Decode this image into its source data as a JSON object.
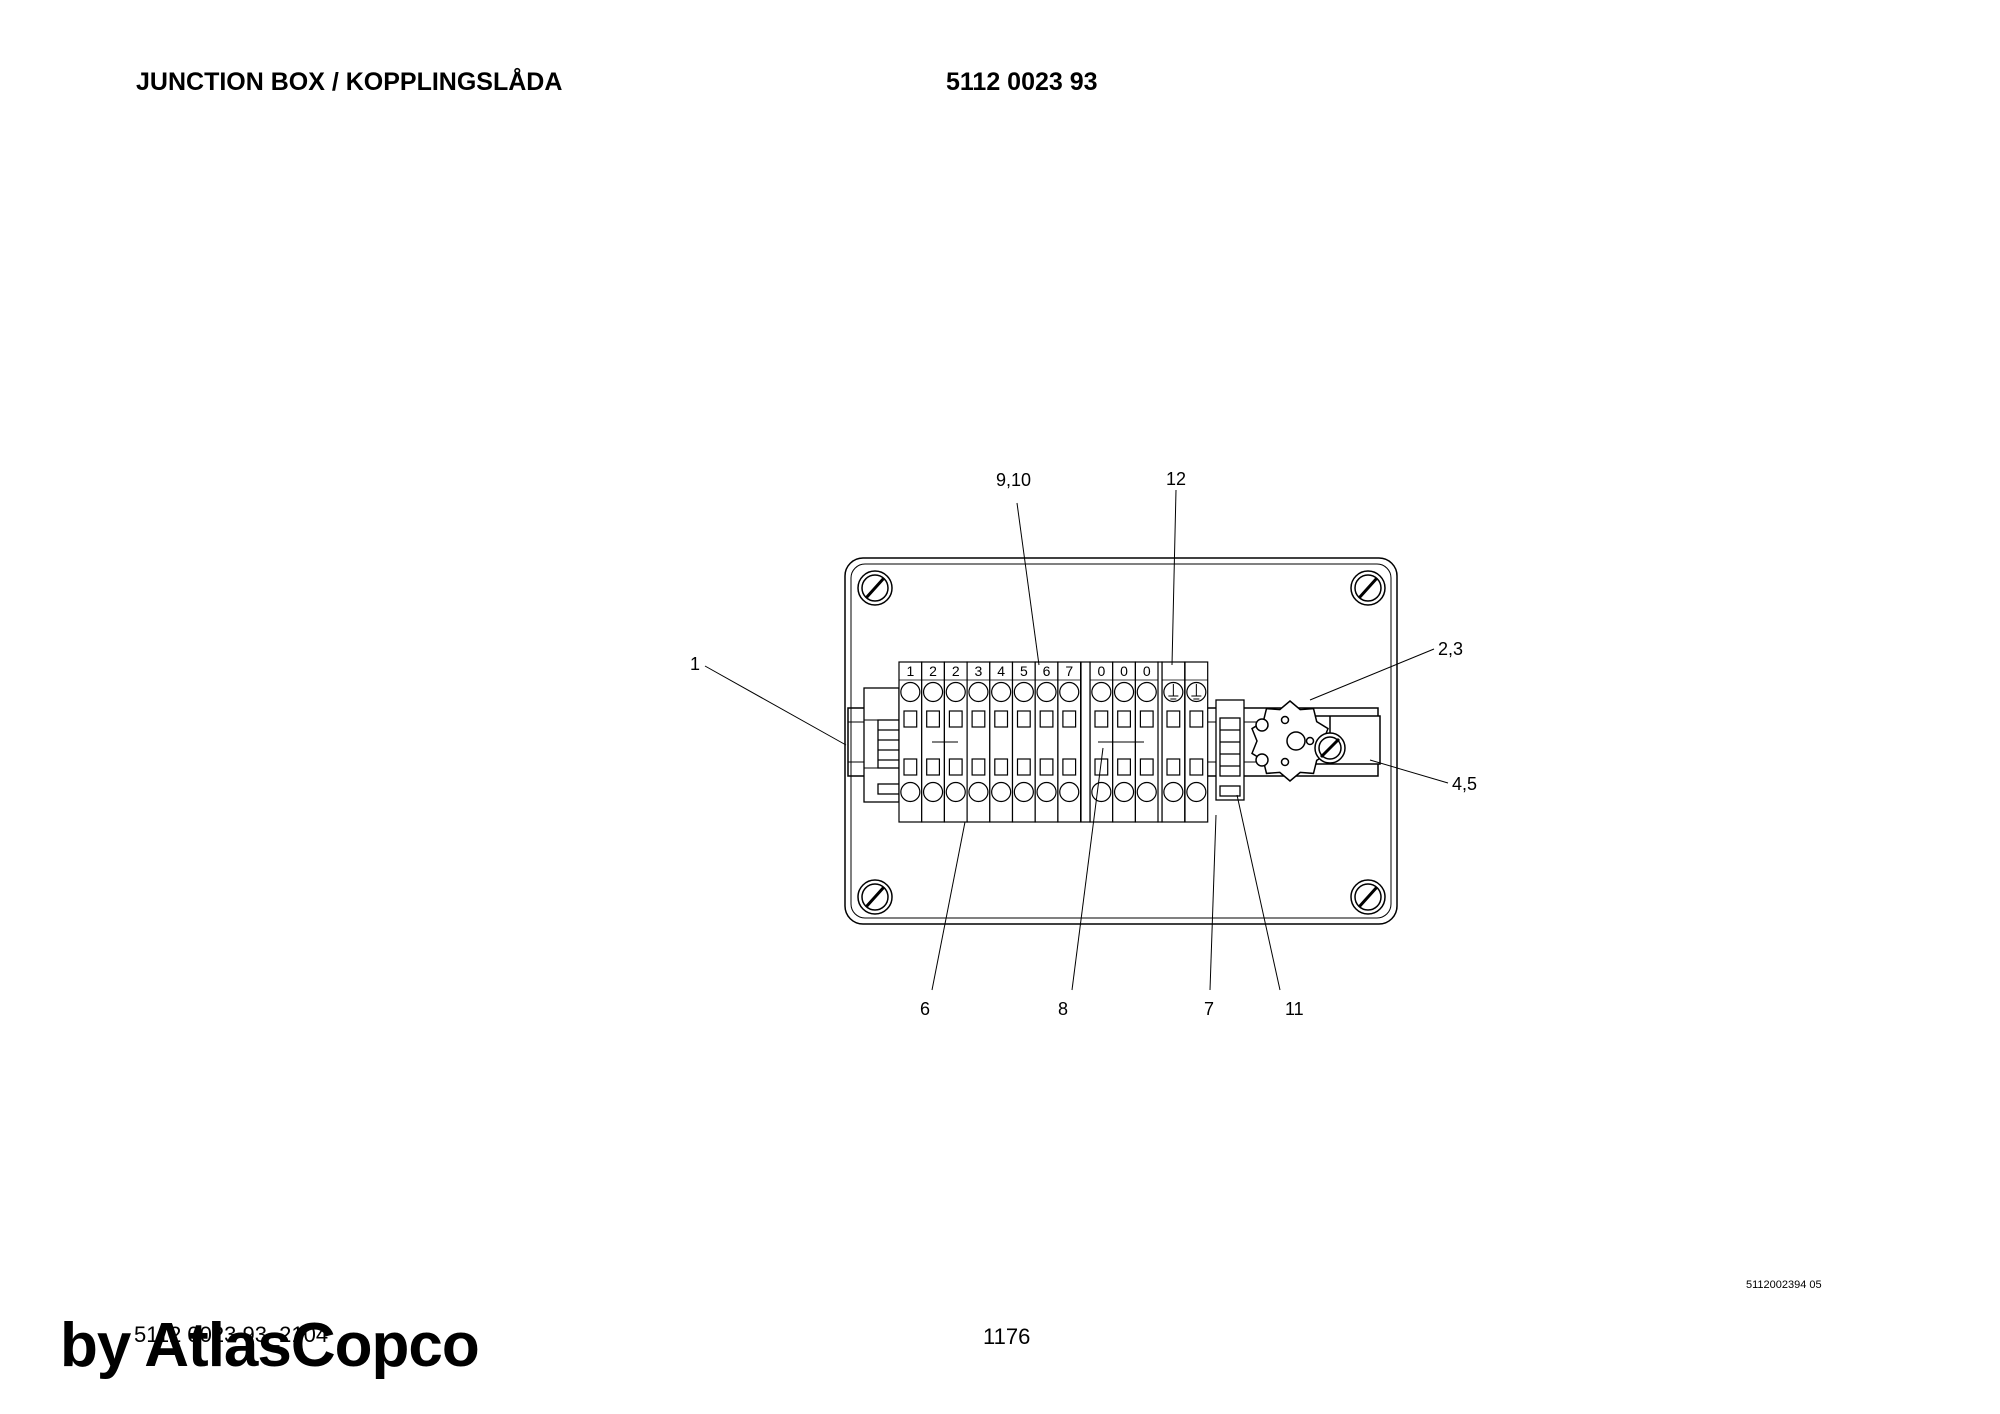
{
  "header": {
    "title": "JUNCTION BOX / KOPPLINGSLÅDA",
    "part_number": "5112 0023 93"
  },
  "footer": {
    "drawing_ref": "5112002394 05",
    "doc_number": "5112 0023 93_2104",
    "page_number": "1176",
    "brand": "by AtlasCopco"
  },
  "terminal_numbers": [
    "1",
    "2",
    "2",
    "3",
    "4",
    "5",
    "6",
    "7",
    "0",
    "0",
    "0"
  ],
  "callouts": [
    {
      "id": "c-9-10",
      "label": "9,10"
    },
    {
      "id": "c-12",
      "label": "12"
    },
    {
      "id": "c-1",
      "label": "1"
    },
    {
      "id": "c-2-3",
      "label": "2,3"
    },
    {
      "id": "c-4-5",
      "label": "4,5"
    },
    {
      "id": "c-6",
      "label": "6"
    },
    {
      "id": "c-8",
      "label": "8"
    },
    {
      "id": "c-7",
      "label": "7"
    },
    {
      "id": "c-11",
      "label": "11"
    }
  ]
}
